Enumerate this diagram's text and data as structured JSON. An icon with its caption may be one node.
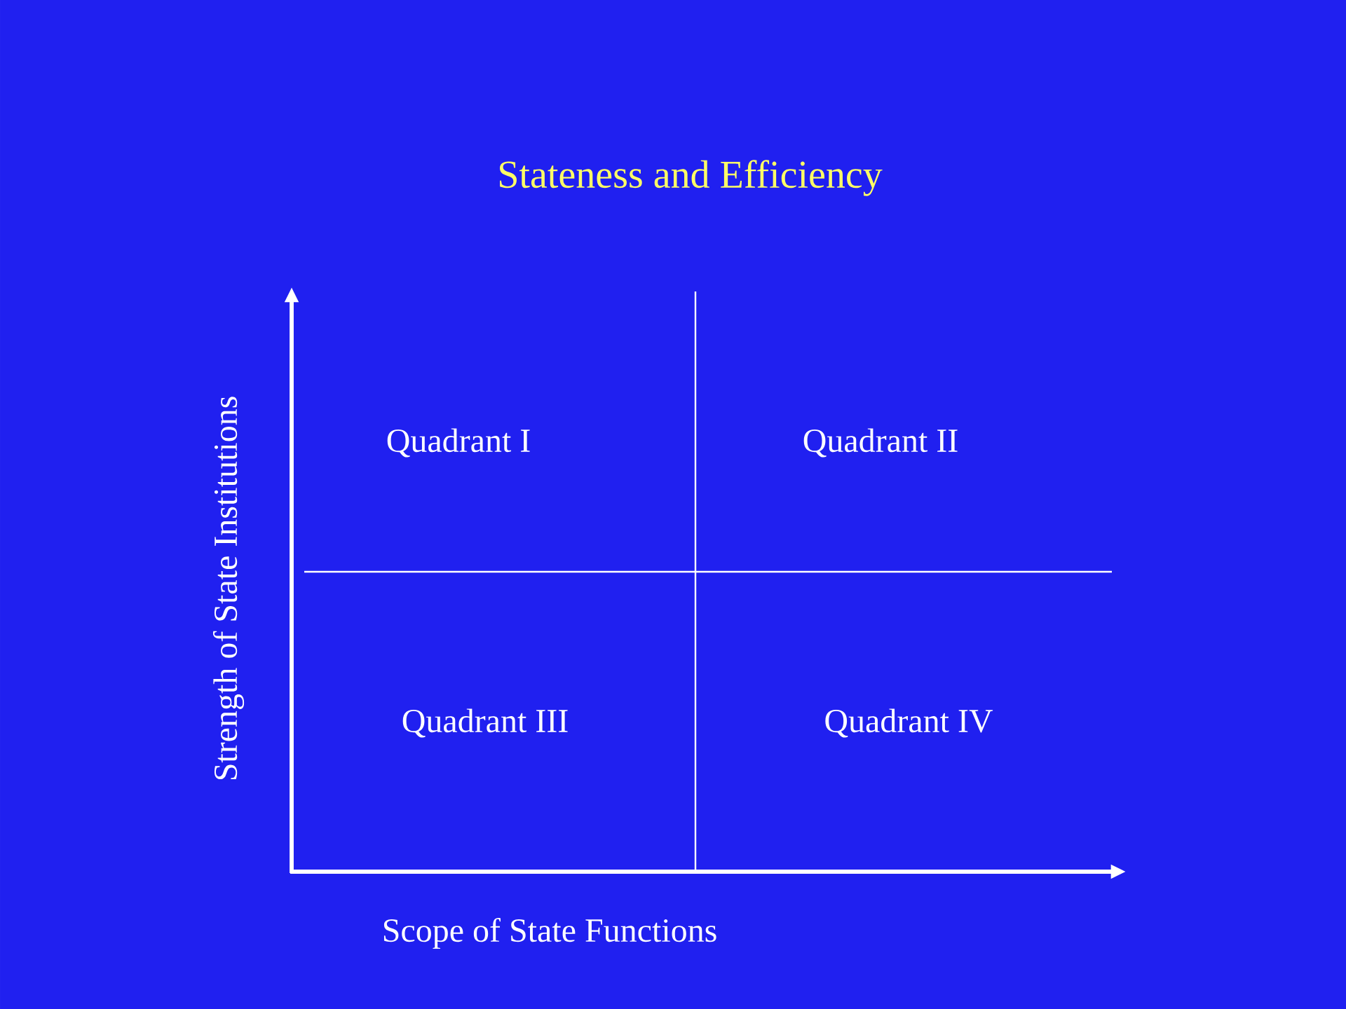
{
  "diagram": {
    "title": "Stateness and Efficiency",
    "labels": [
      "Quadrant I",
      "Quadrant II",
      "Quadrant III",
      "Quadrant IV",
      "Strength of State Institutions",
      "Scope of State Functions"
    ]
  }
}
